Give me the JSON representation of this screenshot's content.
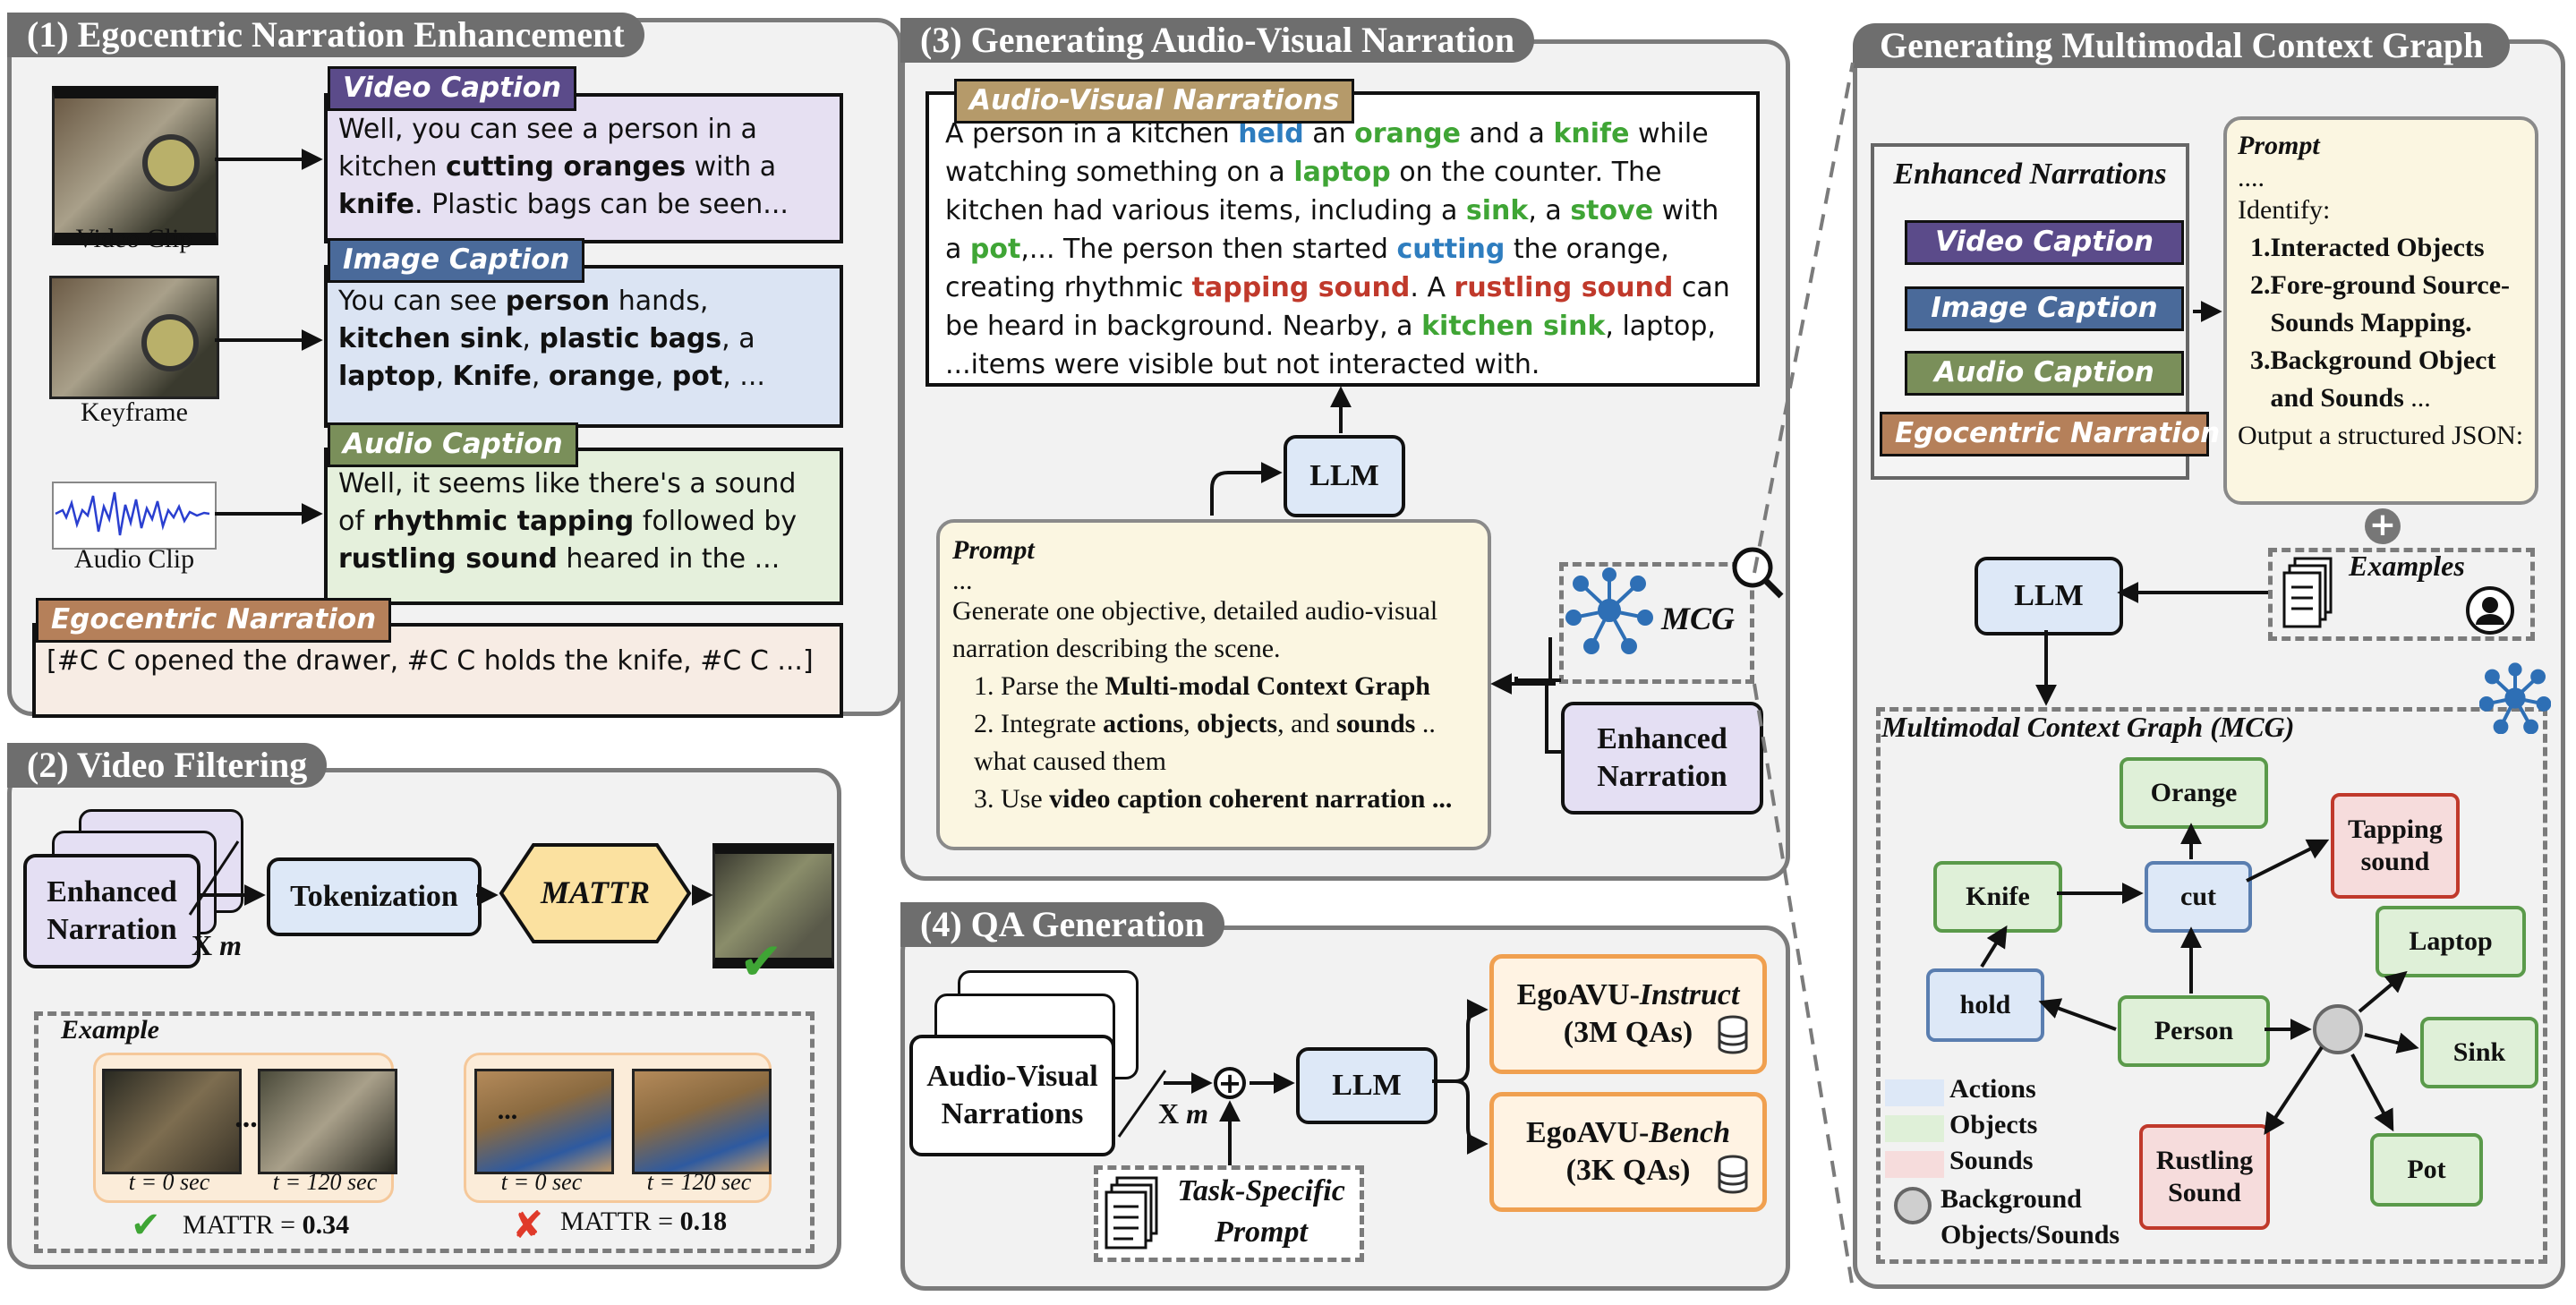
{
  "panel1": {
    "title": "(1) Egocentric Narration Enhancement",
    "video_clip_label": "Video Clip",
    "keyframe_label": "Keyframe",
    "audio_clip_label": "Audio Clip",
    "video_caption": {
      "tag": "Video Caption",
      "t1": "Well, you can see a person in a kitchen ",
      "b1": "cutting oranges",
      "t2": " with a ",
      "b2": "knife",
      "t3": ". Plastic bags can be seen..."
    },
    "image_caption": {
      "tag": "Image Caption",
      "t1": "You can see ",
      "b1": "person",
      "t2": " hands, ",
      "b2": "kitchen sink",
      "t3": ", ",
      "b3": "plastic bags",
      "t4": ", a ",
      "b4": "laptop",
      "t5": ", ",
      "b5": "Knife",
      "t6": ", ",
      "b6": "orange",
      "t7": ", ",
      "b7": "pot",
      "t8": ", ..."
    },
    "audio_caption": {
      "tag": "Audio Caption",
      "t1": "Well, it seems like there's a sound of ",
      "b1": "rhythmic tapping",
      "t2": " followed by ",
      "b2": "rustling sound",
      "t3": " heared in the ..."
    },
    "ego_narration": {
      "tag": "Egocentric Narration",
      "text": "[#C C opened the drawer, #C C holds the knife, #C C ...]"
    }
  },
  "panel2": {
    "title": "(2) Video Filtering",
    "enhanced_narration": "Enhanced Narration",
    "xm": "X",
    "m": "m",
    "tokenization": "Tokenization",
    "mattr": "MATTR",
    "example_label": "Example",
    "t0": "t = 0 sec",
    "t120": "t = 120 sec",
    "ellipsis": "...",
    "good_label": "MATTR = ",
    "good_value": "0.34",
    "bad_label": "MATTR = ",
    "bad_value": "0.18"
  },
  "panel3": {
    "title": "(3) Generating Audio-Visual Narration",
    "av_tag": "Audio-Visual Narrations",
    "llm": "LLM",
    "prompt_title": "Prompt",
    "prompt_dots": "...",
    "prompt_line": "Generate one objective, detailed audio-visual narration describing the scene.",
    "step1_pre": "1. Parse the ",
    "step1_b": "Multi-modal Context Graph",
    "step2_pre": "2. Integrate ",
    "step2_b1": "actions",
    "step2_t1": ", ",
    "step2_b2": "objects",
    "step2_t2": ", and ",
    "step2_b3": "sounds",
    "step2_t3": " .. what caused them",
    "step3_pre": "3. Use ",
    "step3_b": "video caption coherent narration ...",
    "mcg": "MCG",
    "enhanced_narration": "Enhanced Narration"
  },
  "narration": [
    {
      "t": "A person in a kitchen ",
      "c": ""
    },
    {
      "t": "held",
      "c": "k-blue"
    },
    {
      "t": " an ",
      "c": ""
    },
    {
      "t": "orange",
      "c": "k-green"
    },
    {
      "t": " and a ",
      "c": ""
    },
    {
      "t": "knife",
      "c": "k-green"
    },
    {
      "t": " while watching something on a ",
      "c": ""
    },
    {
      "t": "laptop",
      "c": "k-green"
    },
    {
      "t": " on the counter. The kitchen had various items, including a ",
      "c": ""
    },
    {
      "t": "sink",
      "c": "k-green"
    },
    {
      "t": ", a ",
      "c": ""
    },
    {
      "t": "stove",
      "c": "k-green"
    },
    {
      "t": " with a ",
      "c": ""
    },
    {
      "t": "pot",
      "c": "k-green"
    },
    {
      "t": ",... The person then started ",
      "c": ""
    },
    {
      "t": "cutting",
      "c": "k-blue"
    },
    {
      "t": " the orange, creating rhythmic ",
      "c": ""
    },
    {
      "t": "tapping sound",
      "c": "k-red"
    },
    {
      "t": ". A ",
      "c": ""
    },
    {
      "t": "rustling sound",
      "c": "k-red"
    },
    {
      "t": " can be heard in background. Nearby, a ",
      "c": ""
    },
    {
      "t": "kitchen sink",
      "c": "k-green"
    },
    {
      "t": ", laptop, ...items were visible but not interacted with.",
      "c": ""
    }
  ],
  "panel4": {
    "title": "(4) QA Generation",
    "av_narrations": "Audio-Visual Narrations",
    "xm": "X",
    "m": "m",
    "llm": "LLM",
    "task_prompt": "Task-Specific Prompt",
    "instruct_pre": "EgoAVU-",
    "instruct_it": "Instruct",
    "instruct_count": "(3M QAs)",
    "bench_pre": "EgoAVU-",
    "bench_it": "Bench",
    "bench_count": "(3K QAs)"
  },
  "panel5": {
    "title": "Generating Multimodal Context Graph",
    "enhanced_title": "Enhanced Narrations",
    "tag_video": "Video Caption",
    "tag_image": "Image Caption",
    "tag_audio": "Audio Caption",
    "tag_ego": "Egocentric Narration",
    "prompt_title": "Prompt",
    "prompt_dots": "....",
    "identify": "Identify:",
    "item1": "Interacted Objects",
    "item2": "Fore-ground Source-Sounds Mapping.",
    "item3_b": "Background Object and Sounds",
    "item3_t": " ...",
    "output": "Output a structured JSON:",
    "plus": "+",
    "examples": "Examples",
    "llm": "LLM",
    "mcg_title": "Multimodal Context Graph (MCG)",
    "nodes": {
      "orange": "Orange",
      "knife": "Knife",
      "cut": "cut",
      "tapping": "Tapping sound",
      "hold": "hold",
      "person": "Person",
      "laptop": "Laptop",
      "sink": "Sink",
      "pot": "Pot",
      "rustling": "Rustling Sound"
    },
    "legend": {
      "actions": "Actions",
      "objects": "Objects",
      "sounds": "Sounds",
      "background": "Background Objects/Sounds"
    }
  },
  "colors": {
    "video_tag": "#5b4b8a",
    "image_tag": "#4a6a9a",
    "audio_tag": "#7a8f5a",
    "ego_tag": "#b5805a",
    "av_tag": "#b59a6a",
    "video_box": "#e6e0f2",
    "image_box": "#dbe4f3",
    "audio_box": "#e5f0dc",
    "ego_box": "#f7ece4",
    "prompt_box": "#fbf6e1",
    "qa_box": "#fff3e3",
    "qa_border": "#f0a050"
  }
}
